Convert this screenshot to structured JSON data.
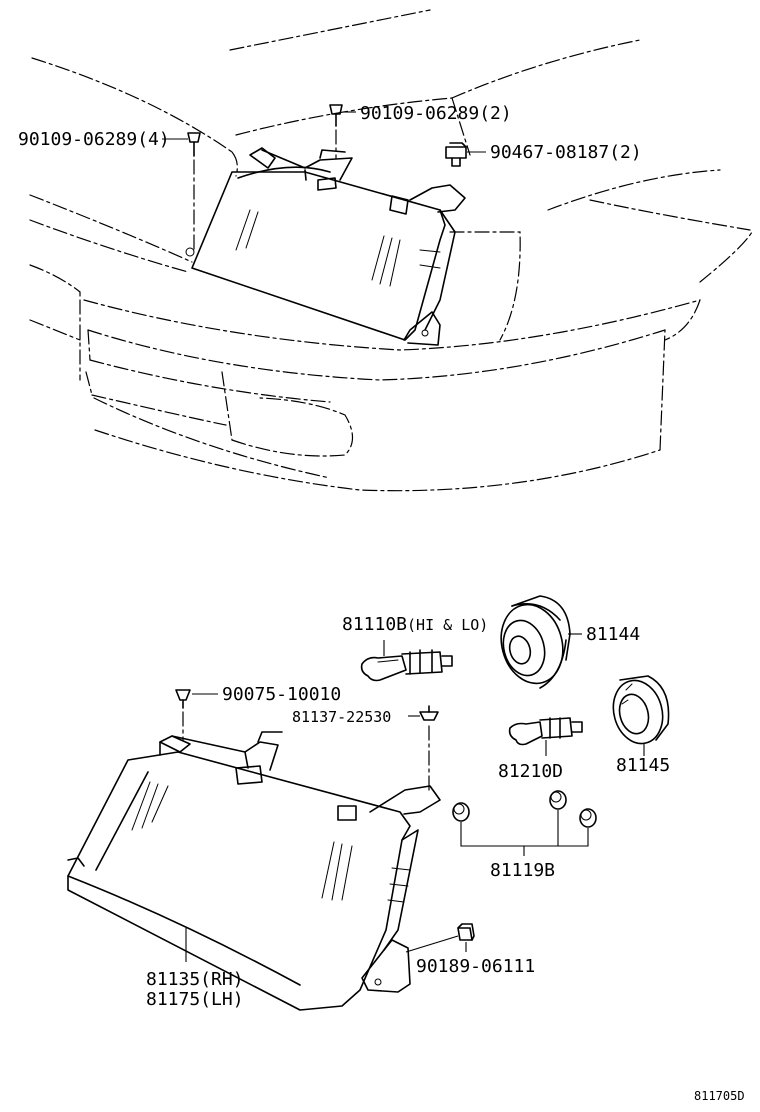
{
  "labels": {
    "clip_left_top": "90109-06289(4)",
    "clip_mid_top": "90109-06289(2)",
    "nut_top_right": "90467-08187(2)",
    "bulb_hi_lo_part": "81110B",
    "bulb_hi_lo_note": "(HI & LO)",
    "cover_large": "81144",
    "clip_lower": "90075-10010",
    "clip_lower_2": "81137-22530",
    "bulb_small": "81210D",
    "cover_small": "81145",
    "caps_group": "81119B",
    "nut_lower": "90189-06111",
    "headlamp_rh": "81135(RH)",
    "headlamp_lh": "81175(LH)",
    "diagram_code": "811705D"
  }
}
